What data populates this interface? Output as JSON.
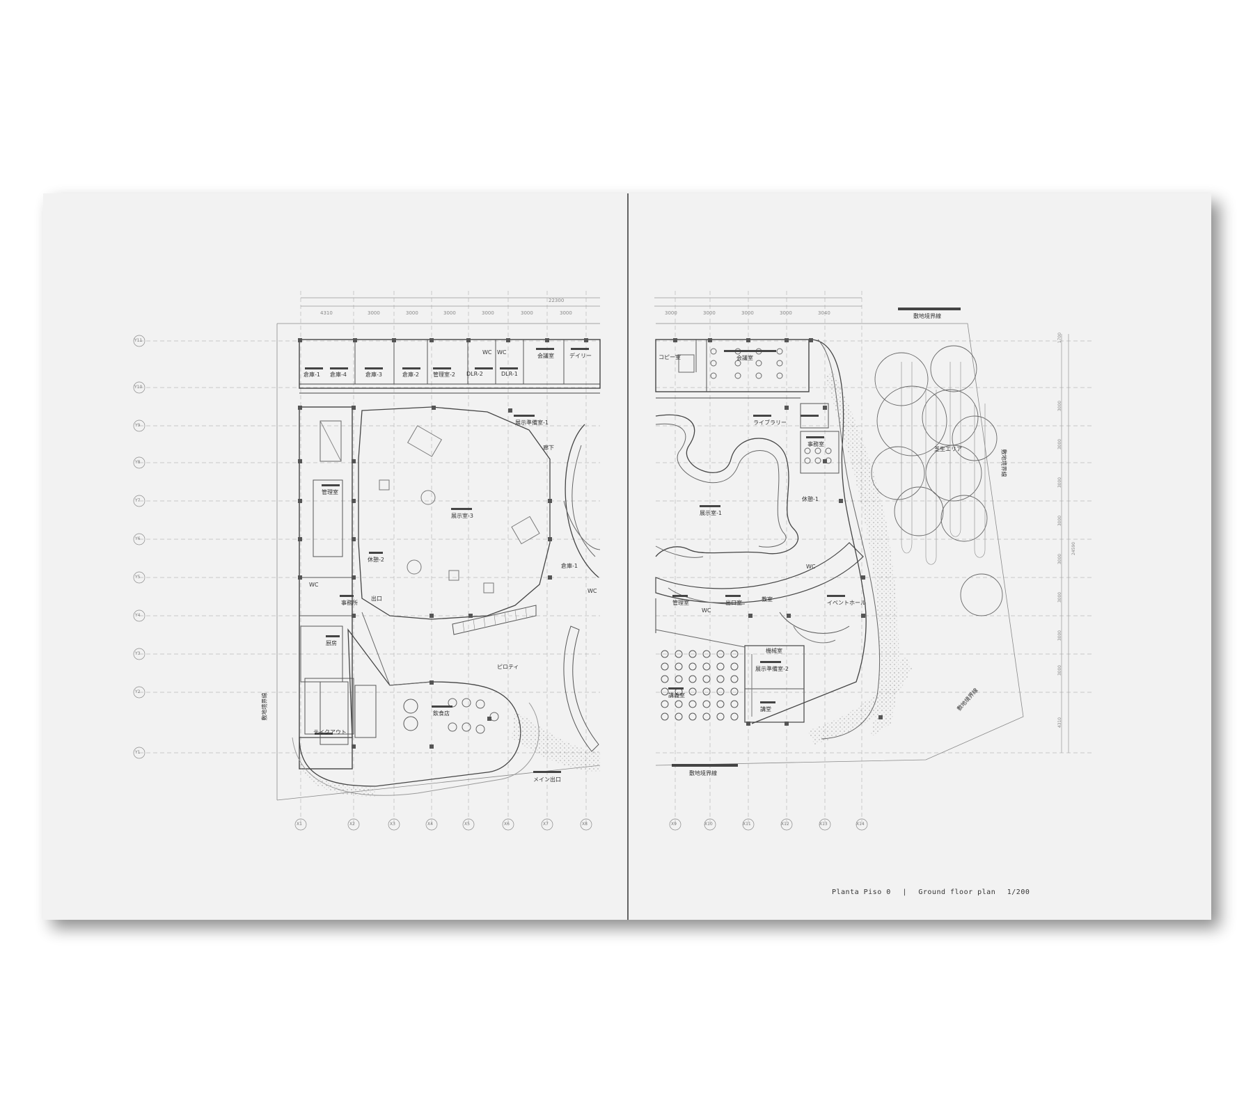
{
  "caption": {
    "spanish": "Planta Piso 0",
    "separator": "|",
    "english": "Ground floor plan",
    "scale": "1/200"
  },
  "dimension_top_left": [
    "4310",
    "3000",
    "3000",
    "3000",
    "3000",
    "3000",
    "3000"
  ],
  "dimension_top_right": [
    "3000",
    "3000",
    "3000",
    "3000",
    "3040"
  ],
  "dimension_total": "22300",
  "dimension_right_side": [
    "1700",
    "3000",
    "3000",
    "3000",
    "3000",
    "3000",
    "3000",
    "3000",
    "3000",
    "4310"
  ],
  "dimension_right_total": "24590",
  "row_axes": [
    "Y11",
    "Y10",
    "Y9",
    "Y8",
    "Y7",
    "Y6",
    "Y5",
    "Y4",
    "Y3",
    "Y2",
    "Y1"
  ],
  "col_axes_left": [
    "X1",
    "X2",
    "X3",
    "X4",
    "X5",
    "X6",
    "X7",
    "X8"
  ],
  "col_axes_right": [
    "X9",
    "X10",
    "X11",
    "X12",
    "X13",
    "X14"
  ],
  "rooms_left": {
    "storage1": "倉庫-1",
    "storage4": "倉庫-4",
    "storage3": "倉庫-3",
    "storage2": "倉庫-2",
    "reception2": "管理室-2",
    "delivery2": "DLR-2",
    "delivery1": "DLR-1",
    "wc_a": "WC",
    "wc_b": "WC",
    "meeting": "会議室",
    "daily": "デイリー",
    "exhibit3": "展示室-3",
    "corridor": "廊下",
    "exhibit_prep1": "展示準備室-1",
    "office": "管理室",
    "lobby2": "休憩-2",
    "wc_left": "WC",
    "reception_office": "事務所",
    "exit": "出口",
    "storage_main": "倉庫-1",
    "wc_mid": "WC",
    "kitchen": "厨房",
    "piloti": "ピロティ",
    "restaurant": "飲食店",
    "takeout": "テイクアウト",
    "main_entrance": "メイン出口",
    "boundary_left": "敷地境界線"
  },
  "rooms_right": {
    "copy": "コピー室",
    "workshop": "会議室",
    "library": "ライブラリー",
    "exhibit1": "展示室-1",
    "lobby1": "休憩-1",
    "staff": "事務室",
    "wc_r": "WC",
    "control": "管理室",
    "corridor_r": "出口室",
    "wc_r2": "WC",
    "classroom": "教室",
    "lecture": "講義室",
    "exhibit_prep2": "展示準備室-2",
    "hall": "講堂",
    "mech": "機械室",
    "event": "イベントホール",
    "outdoor": "芝生エリア",
    "boundary_top": "敷地境界線",
    "boundary_right": "敷地境界線",
    "boundary_bottom": "敷地境界線",
    "boundary_diag": "敷地境界線"
  }
}
